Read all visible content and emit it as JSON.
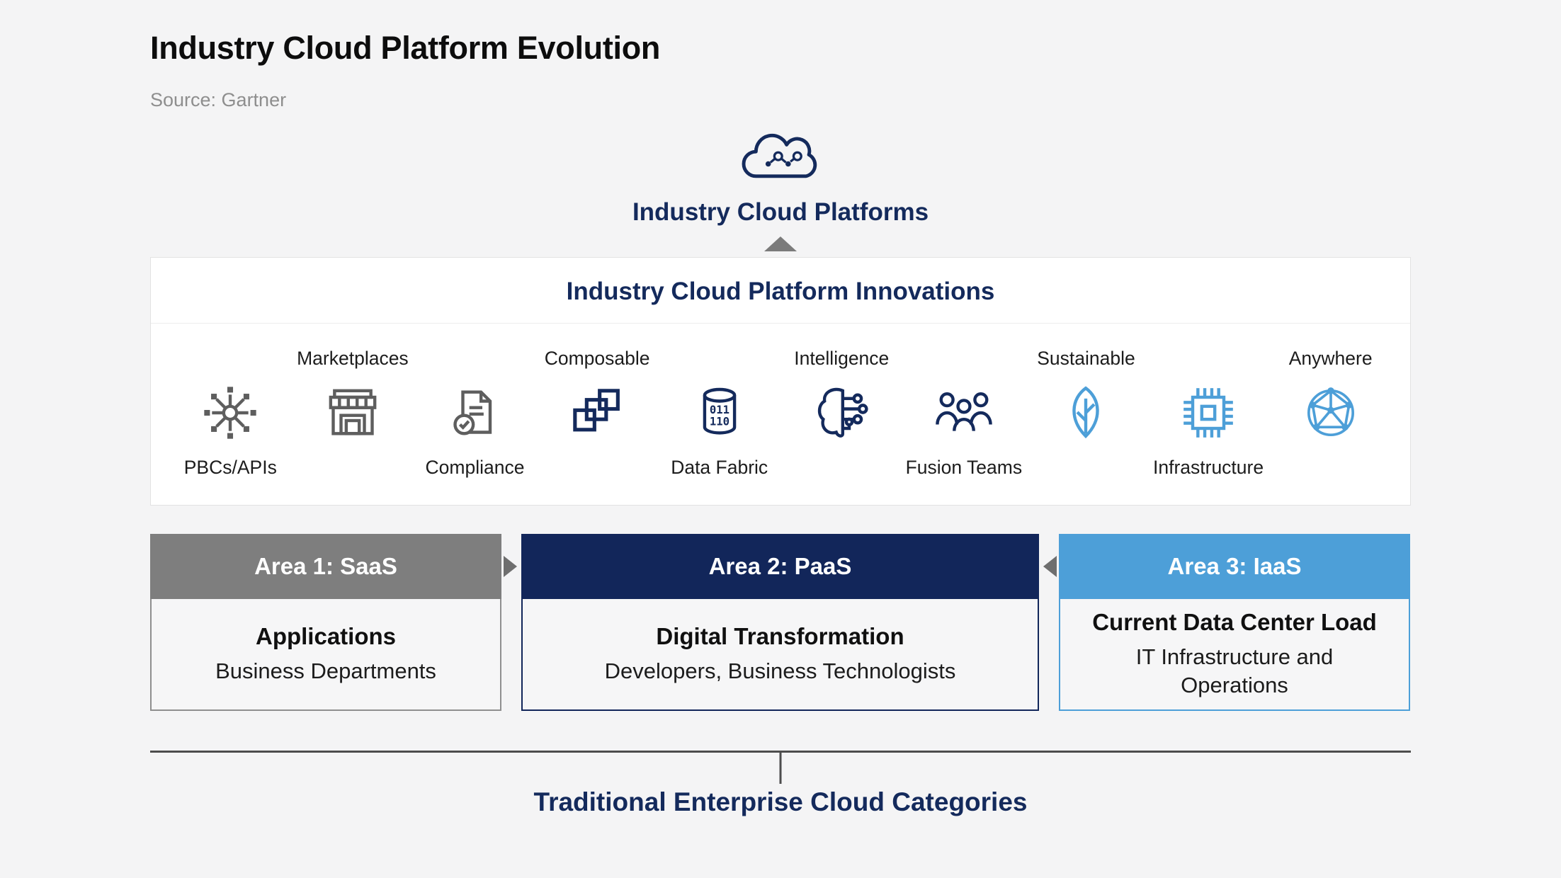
{
  "page": {
    "title": "Industry Cloud Platform Evolution",
    "source": "Source: Gartner"
  },
  "top": {
    "label": "Industry Cloud Platforms",
    "icon": "cloud-network-icon"
  },
  "innovations": {
    "title": "Industry Cloud Platform Innovations",
    "items": [
      {
        "label": "PBCs/APIs",
        "label_position": "below",
        "icon": "hub-icon",
        "color": "#5e5e5e"
      },
      {
        "label": "Marketplaces",
        "label_position": "above",
        "icon": "storefront-icon",
        "color": "#5e5e5e"
      },
      {
        "label": "Compliance",
        "label_position": "below",
        "icon": "document-check-icon",
        "color": "#5e5e5e"
      },
      {
        "label": "Composable",
        "label_position": "above",
        "icon": "overlapping-squares-icon",
        "color": "#142a5c"
      },
      {
        "label": "Data Fabric",
        "label_position": "below",
        "icon": "database-icon",
        "color": "#142a5c"
      },
      {
        "label": "Intelligence",
        "label_position": "above",
        "icon": "brain-circuit-icon",
        "color": "#142a5c"
      },
      {
        "label": "Fusion Teams",
        "label_position": "below",
        "icon": "people-icon",
        "color": "#142a5c"
      },
      {
        "label": "Sustainable",
        "label_position": "above",
        "icon": "leaf-icon",
        "color": "#4d9fd8"
      },
      {
        "label": "Infrastructure",
        "label_position": "below",
        "icon": "chip-icon",
        "color": "#4d9fd8"
      },
      {
        "label": "Anywhere",
        "label_position": "above",
        "icon": "network-globe-icon",
        "color": "#4d9fd8"
      }
    ]
  },
  "areas": [
    {
      "header": "Area 1: SaaS",
      "line1": "Applications",
      "line2": "Business Departments",
      "header_color": "#7e7e7e"
    },
    {
      "header": "Area 2: PaaS",
      "line1": "Digital Transformation",
      "line2": "Developers, Business Technologists",
      "header_color": "#12265a"
    },
    {
      "header": "Area 3: IaaS",
      "line1": "Current Data Center Load",
      "line2": "IT Infrastructure and Operations",
      "header_color": "#4d9fd8"
    }
  ],
  "footer": {
    "label": "Traditional Enterprise Cloud Categories"
  },
  "colors": {
    "navy": "#142a5c",
    "light_blue": "#4d9fd8",
    "gray_header": "#7e7e7e",
    "icon_gray": "#5e5e5e",
    "arrow_gray": "#6e6e6e",
    "line_gray": "#4d4d4d",
    "background": "#f4f4f5",
    "panel_white": "#ffffff"
  }
}
